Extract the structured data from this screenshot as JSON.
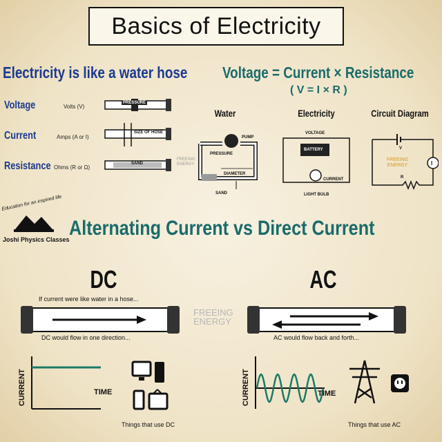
{
  "title": "Basics of Electricity",
  "analogy_heading": "Electricity is like a water hose",
  "ohms_law": {
    "formula": "Voltage = Current × Resistance",
    "short": "( V = I × R )"
  },
  "quantities": [
    {
      "name": "Voltage",
      "unit": "Volts (V)",
      "hose_label": "PRESSURE"
    },
    {
      "name": "Current",
      "unit": "Amps (A or I)",
      "hose_label": "SIZE OF HOSE"
    },
    {
      "name": "Resistance",
      "unit": "Ohms (R or Ω)",
      "hose_label": "SAND"
    }
  ],
  "small_freeing": "FREEING\nENERGY",
  "columns": {
    "water": {
      "title": "Water",
      "pump": "PUMP",
      "pressure": "PRESSURE",
      "diameter": "DIAMETER",
      "sand": "SAND"
    },
    "electricity": {
      "title": "Electricity",
      "voltage": "VOLTAGE",
      "battery": "BATTERY",
      "current": "CURRENT",
      "bulb": "LIGHT BULB"
    },
    "circuit": {
      "title": "Circuit Diagram",
      "v": "V",
      "freeing": "FREEING\nENERGY",
      "i": "I",
      "r": "R"
    }
  },
  "logo": {
    "arc": "Education for an inspired life",
    "name": "Joshi Physics Classes"
  },
  "section2_heading": "Alternating Current vs Direct Current",
  "dc": {
    "title": "DC",
    "hose_top": "If current were like water in a hose...",
    "hose_bottom": "DC would flow in one direction...",
    "y_axis": "CURRENT",
    "x_axis": "TIME",
    "uses": "Things that use DC"
  },
  "center_freeing": "FREEING\nENERGY",
  "ac": {
    "title": "AC",
    "hose_bottom": "AC would flow back and forth...",
    "y_axis": "CURRENT",
    "x_axis": "TIME",
    "uses": "Things that use AC"
  },
  "colors": {
    "title_blue": "#1b3a8f",
    "teal": "#1a6b6b",
    "dc_line": "#1a7a66",
    "ac_wave": "#1a7a66",
    "energy_orange": "#d9961a"
  },
  "icons": [
    "monitor-icon",
    "computer-tower-icon",
    "smartphone-icon",
    "tv-icon",
    "transmission-tower-icon",
    "wall-outlet-icon",
    "pump-icon",
    "battery-icon",
    "light-bulb-icon"
  ]
}
